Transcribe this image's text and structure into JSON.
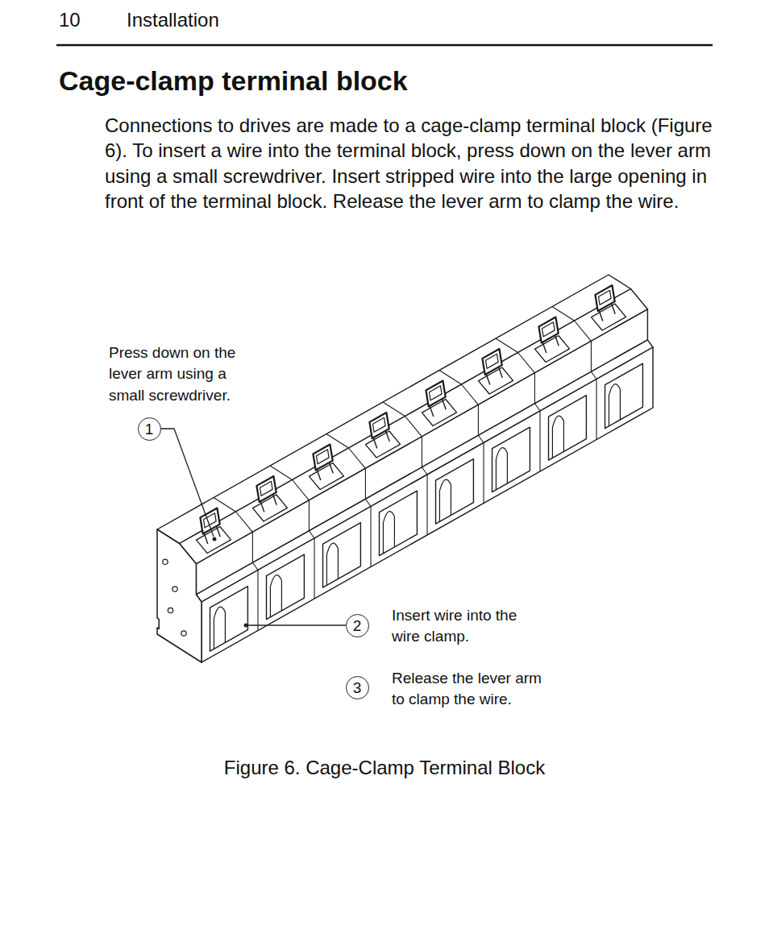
{
  "diagram": {
    "title": "Cage-clamp terminal block",
    "caption": "Figure 6. Cage-Clamp Terminal Block",
    "nodes": [
      {
        "text": [
          "1"
        ]
      },
      {
        "text": [
          "2"
        ]
      },
      {
        "text": [
          "3"
        ]
      }
    ],
    "labels": [
      "10",
      "Installation",
      "Connections to drives are made to a cage-clamp terminal block (Figure 6). To insert a wire into the terminal block, press down on the lever arm using a small screwdriver. Insert stripped wire into the large opening in front of the terminal block. Release the lever arm to clamp the wire.",
      "Press down on the lever arm using a small screwdriver.",
      "Insert wire into the wire clamp.",
      "Release the lever arm to clamp the wire."
    ]
  }
}
